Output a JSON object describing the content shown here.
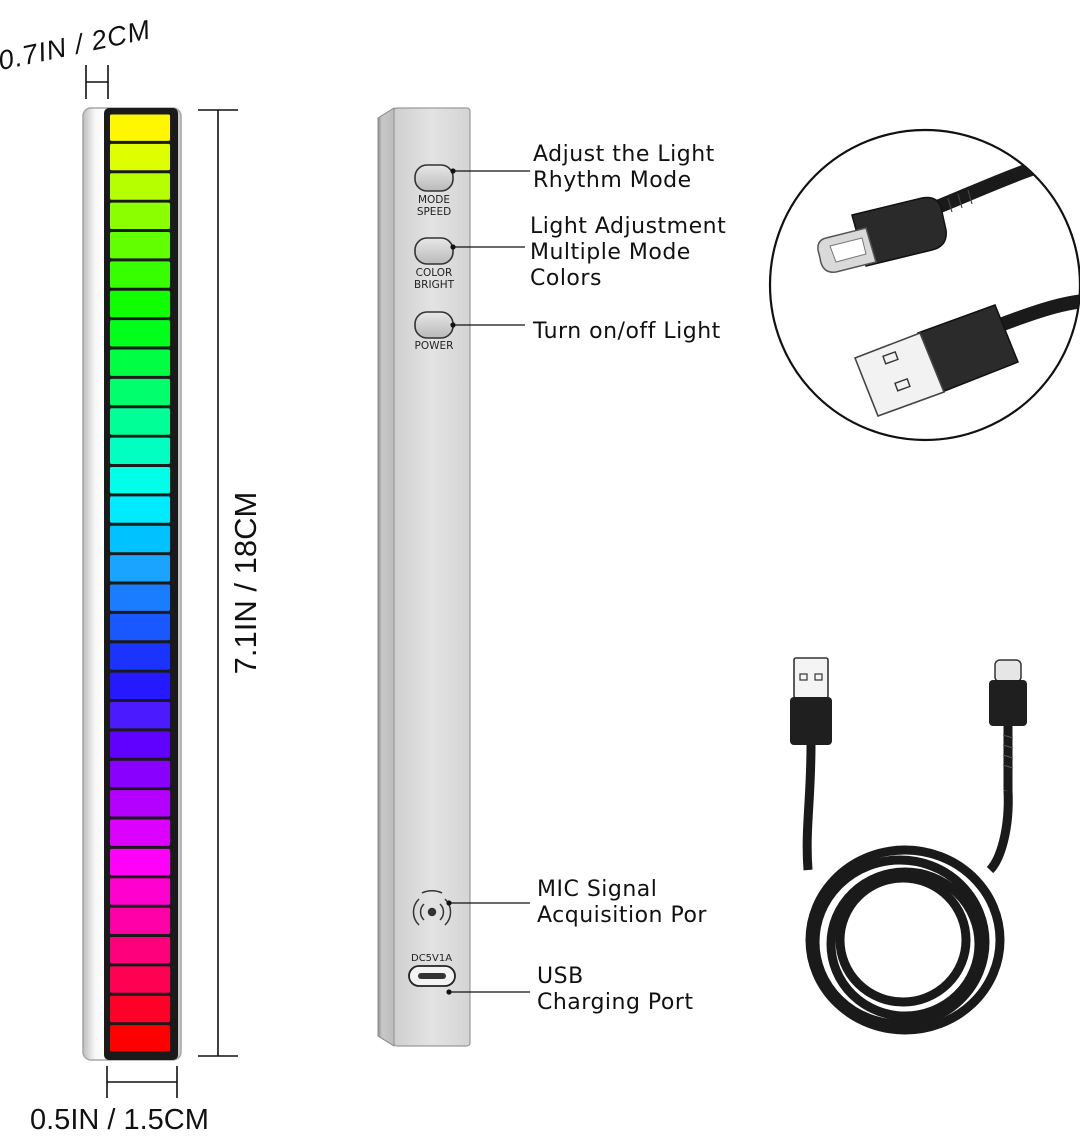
{
  "dimensions": {
    "width_label": "0.7IN / 2CM",
    "depth_label": "0.5IN / 1.5CM",
    "height_label": "7.1IN / 18CM"
  },
  "device_buttons": [
    {
      "label_line1": "MODE",
      "label_line2": "SPEED"
    },
    {
      "label_line1": "COLOR",
      "label_line2": "BRIGHT"
    },
    {
      "label_line1": "POWER",
      "label_line2": ""
    }
  ],
  "callouts": {
    "mode_speed": {
      "line1": "Adjust the Light",
      "line2": "Rhythm Mode"
    },
    "color_bright": {
      "line1": "Light Adjustment",
      "line2": "Multiple Mode",
      "line3": "Colors"
    },
    "power": {
      "line1": "Turn on/off Light"
    },
    "mic": {
      "line1": "MIC Signal",
      "line2": "Acquisition Por"
    },
    "usb": {
      "line1": "USB",
      "line2": "Charging Port"
    }
  },
  "port_label": "DC5V1A",
  "icons": [
    "wave-mic-icon",
    "usb-c-port-icon",
    "usb-a-connector-icon",
    "usb-c-connector-icon",
    "cable-icon"
  ]
}
